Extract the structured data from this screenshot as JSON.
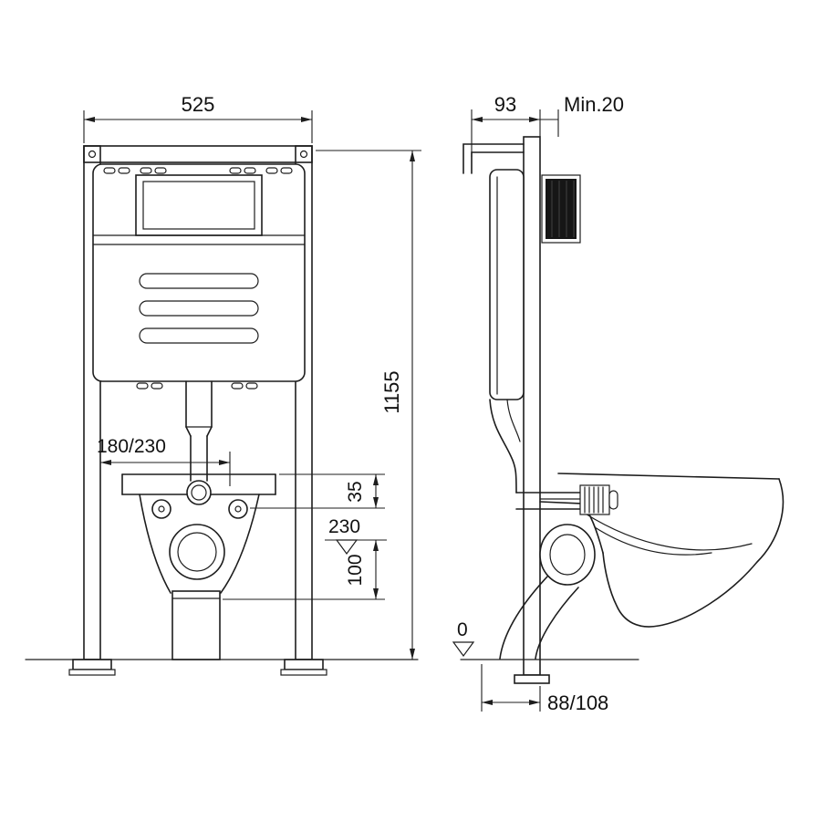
{
  "meta": {
    "title": "Wall-hung WC concealed cistern frame installation drawing",
    "background": "#ffffff",
    "line_color": "#1d1d1d",
    "flush_plate_fill": "#161616"
  },
  "front_view": {
    "width_label": "525",
    "height_label": "1155",
    "offset_label": "180/230",
    "bracket_spacing_label": "35",
    "level_label": "230",
    "outlet_height_label": "100"
  },
  "side_view": {
    "depth_label": "93",
    "min_wall_label": "Min.20",
    "floor_level_label": "0",
    "outlet_offset_label": "88/108"
  }
}
